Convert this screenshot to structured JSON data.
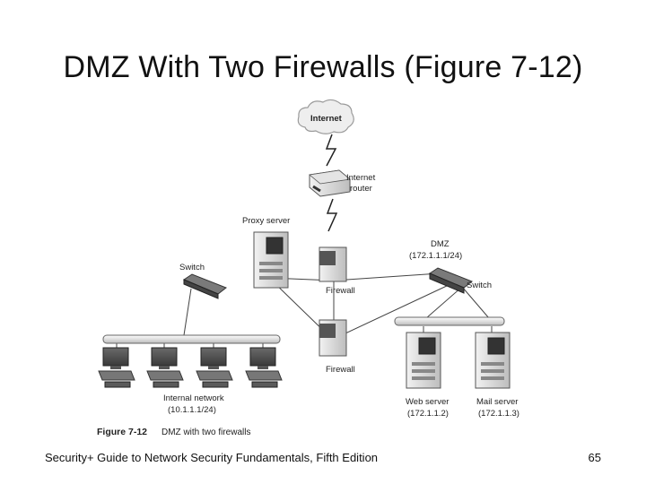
{
  "slide": {
    "title": "DMZ With Two Firewalls (Figure 7-12)",
    "footer_text": "Security+ Guide to Network Security Fundamentals, Fifth Edition",
    "page_number": "65"
  },
  "diagram": {
    "internet_label": "Internet",
    "router_label_line1": "Internet",
    "router_label_line2": "router",
    "proxy_label": "Proxy server",
    "switch_left_label": "Switch",
    "firewall_top_label": "Firewall",
    "firewall_bottom_label": "Firewall",
    "dmz_label": "DMZ",
    "dmz_range": "(172.1.1.1/24)",
    "switch_right_label": "Switch",
    "internal_network_label": "Internal network",
    "internal_network_range": "(10.1.1.1/24)",
    "web_server_label": "Web server",
    "web_server_ip": "(172.1.1.2)",
    "mail_server_label": "Mail server",
    "mail_server_ip": "(172.1.1.3)",
    "figure_number": "Figure 7-12",
    "figure_caption": "DMZ with two firewalls"
  }
}
